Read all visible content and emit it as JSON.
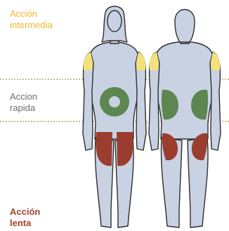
{
  "zones": {
    "intermediate": {
      "line1": "Acción",
      "line2": "intermedia",
      "region": "upper-arms",
      "color": "#f3e27a",
      "text_color": "#f2b52c"
    },
    "fast": {
      "line1": "Accion",
      "line2": "rapida",
      "region": "abdomen",
      "color": "#5e8650",
      "text_color": "#6f6f6f"
    },
    "slow": {
      "line1": "Acción",
      "line2": "lenta",
      "region": "thighs-and-buttocks",
      "color": "#9a3d2f",
      "text_color": "#a4412c"
    }
  },
  "colors": {
    "body_fill": "#c9d2e3",
    "body_outline": "#2e2e2e",
    "divider": "#c8c08e"
  }
}
